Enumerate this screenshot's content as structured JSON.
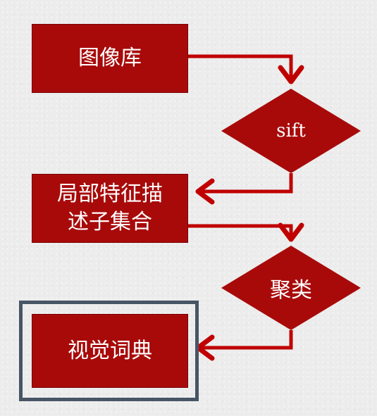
{
  "nodes": {
    "image_library": "图像库",
    "sift": "sift",
    "local_feature_line1": "局部特征描",
    "local_feature_line2": "述子集合",
    "clustering": "聚类",
    "visual_dictionary": "视觉词典"
  },
  "colors": {
    "node_fill": "#a80a0a",
    "arrow": "#c00000",
    "frame": "#485565",
    "text": "#ffffff"
  }
}
